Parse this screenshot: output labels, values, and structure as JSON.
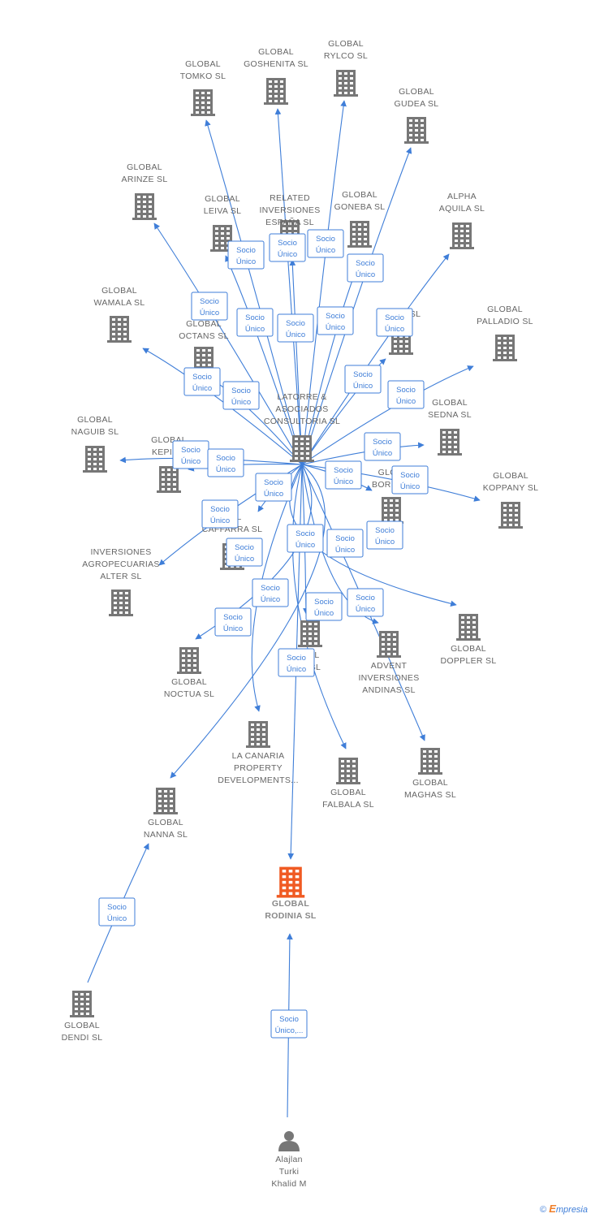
{
  "colors": {
    "edge": "#3f7ed8",
    "company": "#777777",
    "focus": "#f05a22",
    "person": "#777777"
  },
  "nodes": [
    {
      "id": "tomko",
      "kind": "company",
      "lines": [
        "GLOBAL",
        "TOMKO SL"
      ]
    },
    {
      "id": "goshenita",
      "kind": "company",
      "lines": [
        "GLOBAL",
        "GOSHENITA SL"
      ]
    },
    {
      "id": "rylco",
      "kind": "company",
      "lines": [
        "GLOBAL",
        "RYLCO SL"
      ]
    },
    {
      "id": "gudea",
      "kind": "company",
      "lines": [
        "GLOBAL",
        "GUDEA SL"
      ]
    },
    {
      "id": "arinze",
      "kind": "company",
      "lines": [
        "GLOBAL",
        "ARINZE SL"
      ]
    },
    {
      "id": "leiva",
      "kind": "company",
      "lines": [
        "GLOBAL",
        "LEIVA SL"
      ]
    },
    {
      "id": "related",
      "kind": "company",
      "lines": [
        "RELATED",
        "INVERSIONES",
        "ESPAÑA SL"
      ]
    },
    {
      "id": "goneba",
      "kind": "company",
      "lines": [
        "GLOBAL",
        "GONEBA SL"
      ]
    },
    {
      "id": "alpha",
      "kind": "company",
      "lines": [
        "ALPHA",
        "AQUILA SL"
      ]
    },
    {
      "id": "wamala",
      "kind": "company",
      "lines": [
        "GLOBAL",
        "WAMALA SL"
      ]
    },
    {
      "id": "octans",
      "kind": "company",
      "lines": [
        "GLOBAL",
        "OCTANS SL"
      ]
    },
    {
      "id": "cassy",
      "kind": "company",
      "lines": [
        "CA...Y SL"
      ]
    },
    {
      "id": "palladio",
      "kind": "company",
      "lines": [
        "GLOBAL",
        "PALLADIO SL"
      ]
    },
    {
      "id": "latorre",
      "kind": "company",
      "lines": [
        "LATORRE &",
        "ASOCIADOS",
        "CONSULTORIA SL"
      ]
    },
    {
      "id": "sedna",
      "kind": "company",
      "lines": [
        "GLOBAL",
        "SEDNA SL"
      ]
    },
    {
      "id": "naguib",
      "kind": "company",
      "lines": [
        "GLOBAL",
        "NAGUIB SL"
      ]
    },
    {
      "id": "kepis",
      "kind": "company",
      "lines": [
        "GLOBAL",
        "KEPIS..."
      ]
    },
    {
      "id": "borea",
      "kind": "company",
      "lines": [
        "GLO...",
        "BOREA..."
      ]
    },
    {
      "id": "koppany",
      "kind": "company",
      "lines": [
        "GLOBAL",
        "KOPPANY SL"
      ]
    },
    {
      "id": "caffarra",
      "kind": "company",
      "lines": [
        "...AL",
        "CAFFARRA SL"
      ]
    },
    {
      "id": "agropecuarias",
      "kind": "company",
      "lines": [
        "INVERSIONES",
        "AGROPECUARIAS",
        "ALTER SL"
      ]
    },
    {
      "id": "doppler",
      "kind": "company",
      "lines": [
        "GLOBAL",
        "DOPPLER SL"
      ]
    },
    {
      "id": "hidden",
      "kind": "company",
      "lines": [
        "...AL",
        "... SL"
      ]
    },
    {
      "id": "advent",
      "kind": "company",
      "lines": [
        "ADVENT",
        "INVERSIONES",
        "ANDINAS SL"
      ]
    },
    {
      "id": "noctua",
      "kind": "company",
      "lines": [
        "GLOBAL",
        "NOCTUA SL"
      ]
    },
    {
      "id": "lacanaria",
      "kind": "company",
      "lines": [
        "LA CANARIA",
        "PROPERTY",
        "DEVELOPMENTS..."
      ]
    },
    {
      "id": "falbala",
      "kind": "company",
      "lines": [
        "GLOBAL",
        "FALBALA SL"
      ]
    },
    {
      "id": "maghas",
      "kind": "company",
      "lines": [
        "GLOBAL",
        "MAGHAS SL"
      ]
    },
    {
      "id": "nanna",
      "kind": "company",
      "lines": [
        "GLOBAL",
        "NANNA SL"
      ]
    },
    {
      "id": "rodinia",
      "kind": "focus",
      "lines": [
        "GLOBAL",
        "RODINIA SL"
      ]
    },
    {
      "id": "dendi",
      "kind": "company",
      "lines": [
        "GLOBAL",
        "DENDI SL"
      ]
    },
    {
      "id": "alajlan",
      "kind": "person",
      "lines": [
        "Alajlan",
        "Turki",
        "Khalid M"
      ]
    }
  ],
  "edges": [
    {
      "from": "latorre",
      "to": "tomko",
      "label": [
        "Socio",
        "Único"
      ]
    },
    {
      "from": "latorre",
      "to": "goshenita",
      "label": [
        "Socio",
        "Único"
      ]
    },
    {
      "from": "latorre",
      "to": "rylco",
      "label": [
        "Socio",
        "Único"
      ]
    },
    {
      "from": "latorre",
      "to": "gudea",
      "label": [
        "Socio",
        "Único"
      ]
    },
    {
      "from": "latorre",
      "to": "arinze",
      "label": [
        "Socio",
        "Único"
      ]
    },
    {
      "from": "latorre",
      "to": "leiva",
      "label": [
        "Socio",
        "Único"
      ]
    },
    {
      "from": "latorre",
      "to": "related",
      "label": [
        "Socio",
        "Único"
      ]
    },
    {
      "from": "latorre",
      "to": "goneba",
      "label": [
        "Socio",
        "Único"
      ]
    },
    {
      "from": "latorre",
      "to": "alpha",
      "label": [
        "Socio",
        "Único"
      ]
    },
    {
      "from": "latorre",
      "to": "wamala",
      "label": [
        "Socio",
        "Único"
      ]
    },
    {
      "from": "latorre",
      "to": "octans",
      "label": [
        "Socio",
        "Único"
      ]
    },
    {
      "from": "latorre",
      "to": "cassy",
      "label": [
        "Socio",
        "Único"
      ]
    },
    {
      "from": "latorre",
      "to": "palladio",
      "label": [
        "Socio",
        "Único"
      ]
    },
    {
      "from": "latorre",
      "to": "sedna",
      "label": [
        "Socio",
        "Único"
      ]
    },
    {
      "from": "latorre",
      "to": "naguib",
      "label": [
        "Socio",
        "Único"
      ]
    },
    {
      "from": "latorre",
      "to": "kepis",
      "label": [
        "Socio",
        "Único"
      ]
    },
    {
      "from": "latorre",
      "to": "borea",
      "label": [
        "Socio",
        "Único"
      ]
    },
    {
      "from": "latorre",
      "to": "koppany",
      "label": [
        "Socio",
        "Único"
      ]
    },
    {
      "from": "latorre",
      "to": "caffarra",
      "label": [
        "Socio",
        "Único"
      ]
    },
    {
      "from": "latorre",
      "to": "agropecuarias",
      "label": [
        "Socio",
        "Único"
      ]
    },
    {
      "from": "latorre",
      "to": "doppler",
      "label": [
        "Socio",
        "Único"
      ]
    },
    {
      "from": "latorre",
      "to": "hidden",
      "label": [
        "Socio",
        "Único"
      ]
    },
    {
      "from": "latorre",
      "to": "advent",
      "label": [
        "Socio",
        "Único"
      ]
    },
    {
      "from": "latorre",
      "to": "noctua",
      "label": [
        "Socio",
        "Único"
      ]
    },
    {
      "from": "latorre",
      "to": "lacanaria",
      "label": [
        "Socio",
        "Único"
      ]
    },
    {
      "from": "latorre",
      "to": "falbala",
      "label": [
        "Socio",
        "Único"
      ]
    },
    {
      "from": "latorre",
      "to": "maghas",
      "label": [
        "Socio",
        "Único"
      ]
    },
    {
      "from": "latorre",
      "to": "nanna",
      "label": [
        "Socio",
        "Único"
      ]
    },
    {
      "from": "latorre",
      "to": "rodinia",
      "label": [
        "Socio",
        "Único"
      ]
    },
    {
      "from": "dendi",
      "to": "nanna",
      "label": [
        "Socio",
        "Único"
      ]
    },
    {
      "from": "alajlan",
      "to": "rodinia",
      "label": [
        "Socio",
        "Único,..."
      ]
    }
  ],
  "footer": {
    "copyright": "©",
    "brand_initial": "E",
    "brand_rest": "mpresia"
  }
}
